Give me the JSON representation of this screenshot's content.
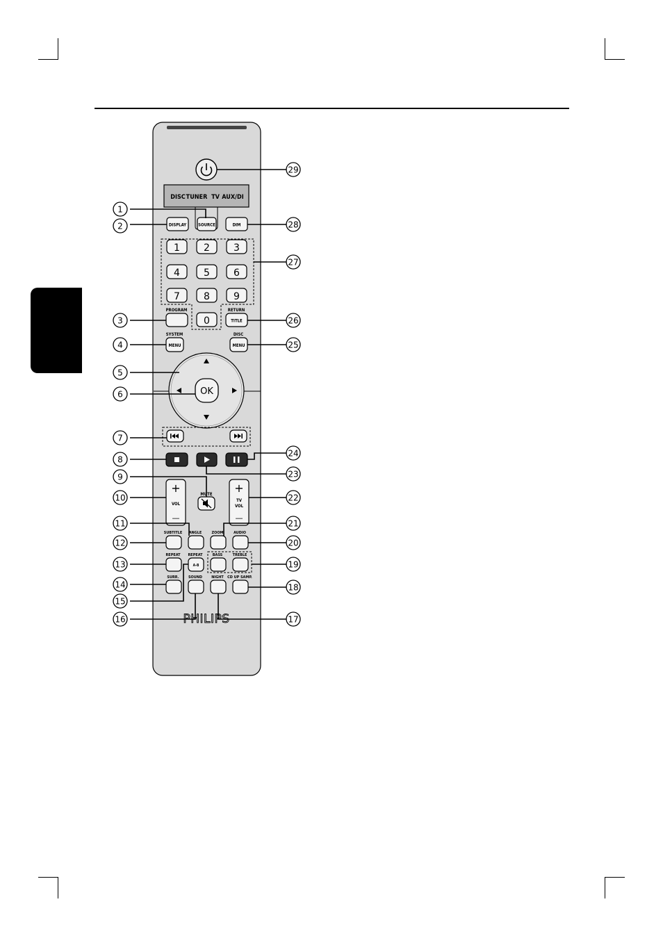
{
  "colors": {
    "ink": "#000000",
    "remote_body": "#d9d9d9",
    "display_window": "#b5b5b5",
    "button_face": "#f4f4f4",
    "dark_button": "#2b2b2b"
  },
  "source_display": [
    "DISC",
    "TUNER",
    "TV",
    "AUX/DI"
  ],
  "buttons": {
    "power": "power-icon",
    "source": "SOURCE",
    "display": "DISPLAY",
    "dim": "DIM",
    "digits": [
      "1",
      "2",
      "3",
      "4",
      "5",
      "6",
      "7",
      "8",
      "9",
      "0"
    ],
    "program": "PROGRAM",
    "return": "RETURN",
    "title": "TITLE",
    "system": "SYSTEM",
    "disc": "DISC",
    "menu": "MENU",
    "ok": "OK",
    "mute": "MUTE",
    "vol": "VOL",
    "tv": "TV",
    "plus": "+",
    "minus": "—",
    "subtitle": "SUBTITLE",
    "angle": "ANGLE",
    "zoom": "ZOOM",
    "audio": "AUDIO",
    "repeat": "REPEAT",
    "ab": "A-B",
    "bass": "BASS",
    "treble": "TREBLE",
    "surr": "SURR.",
    "sound": "SOUND",
    "night": "NIGHT",
    "cd_up_samp": "CD UP SAMP."
  },
  "brand": "PHILIPS",
  "callouts": {
    "c1": "1",
    "c2": "2",
    "c3": "3",
    "c4": "4",
    "c5": "5",
    "c6": "6",
    "c7": "7",
    "c8": "8",
    "c9": "9",
    "c10": "10",
    "c11": "11",
    "c12": "12",
    "c13": "13",
    "c14": "14",
    "c15": "15",
    "c16": "16",
    "c17": "17",
    "c18": "18",
    "c19": "19",
    "c20": "20",
    "c21": "21",
    "c22": "22",
    "c23": "23",
    "c24": "24",
    "c25": "25",
    "c26": "26",
    "c27": "27",
    "c28": "28",
    "c29": "29"
  }
}
